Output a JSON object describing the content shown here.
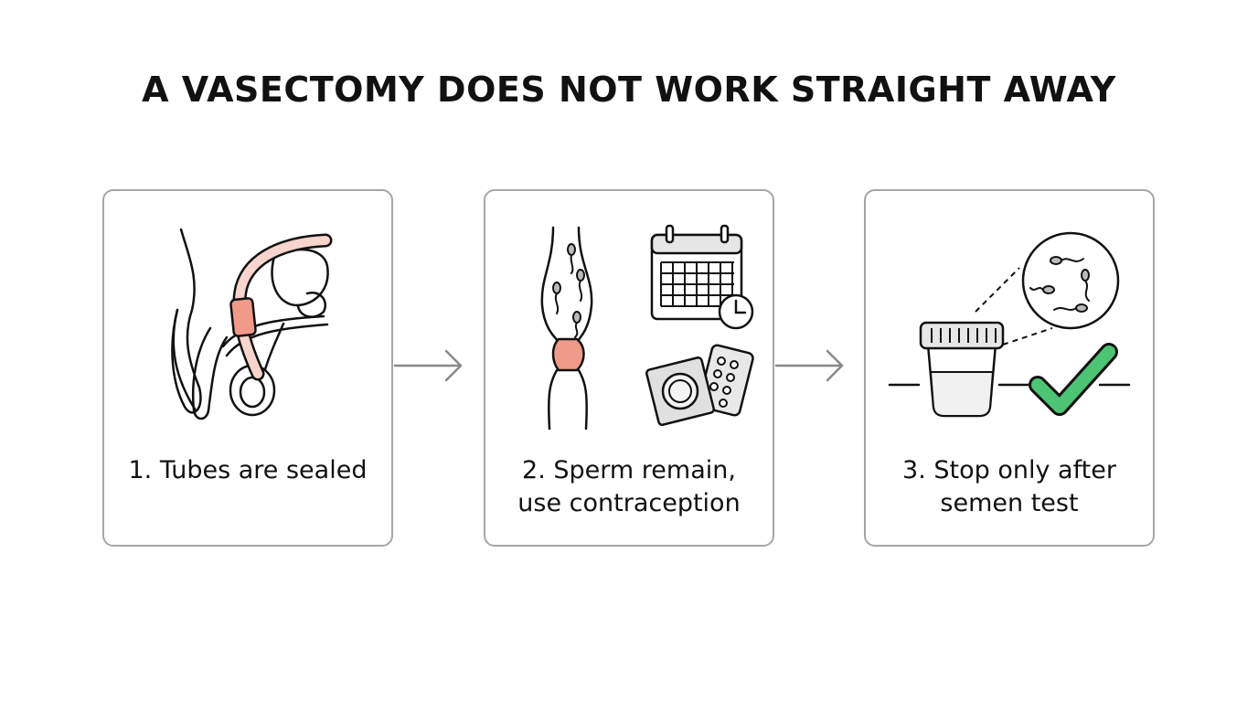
{
  "title": "A VASECTOMY DOES NOT WORK STRAIGHT AWAY",
  "steps": [
    {
      "caption_lines": [
        "1. Tubes are sealed"
      ],
      "icons": [
        "sealed-tubes-anatomy-icon"
      ]
    },
    {
      "caption_lines": [
        "2. Sperm remain,",
        "use contraception"
      ],
      "icons": [
        "sperm-in-tube-icon",
        "calendar-clock-icon",
        "condom-and-pills-icon"
      ]
    },
    {
      "caption_lines": [
        "3. Stop only after",
        "semen test"
      ],
      "icons": [
        "specimen-cup-icon",
        "magnified-sperm-icon",
        "green-check-icon"
      ]
    }
  ],
  "colors": {
    "seal": "#f09a8a",
    "tube": "#f7d4cc",
    "check": "#4cc474",
    "outline": "#111111",
    "border": "#a6a6a6"
  }
}
